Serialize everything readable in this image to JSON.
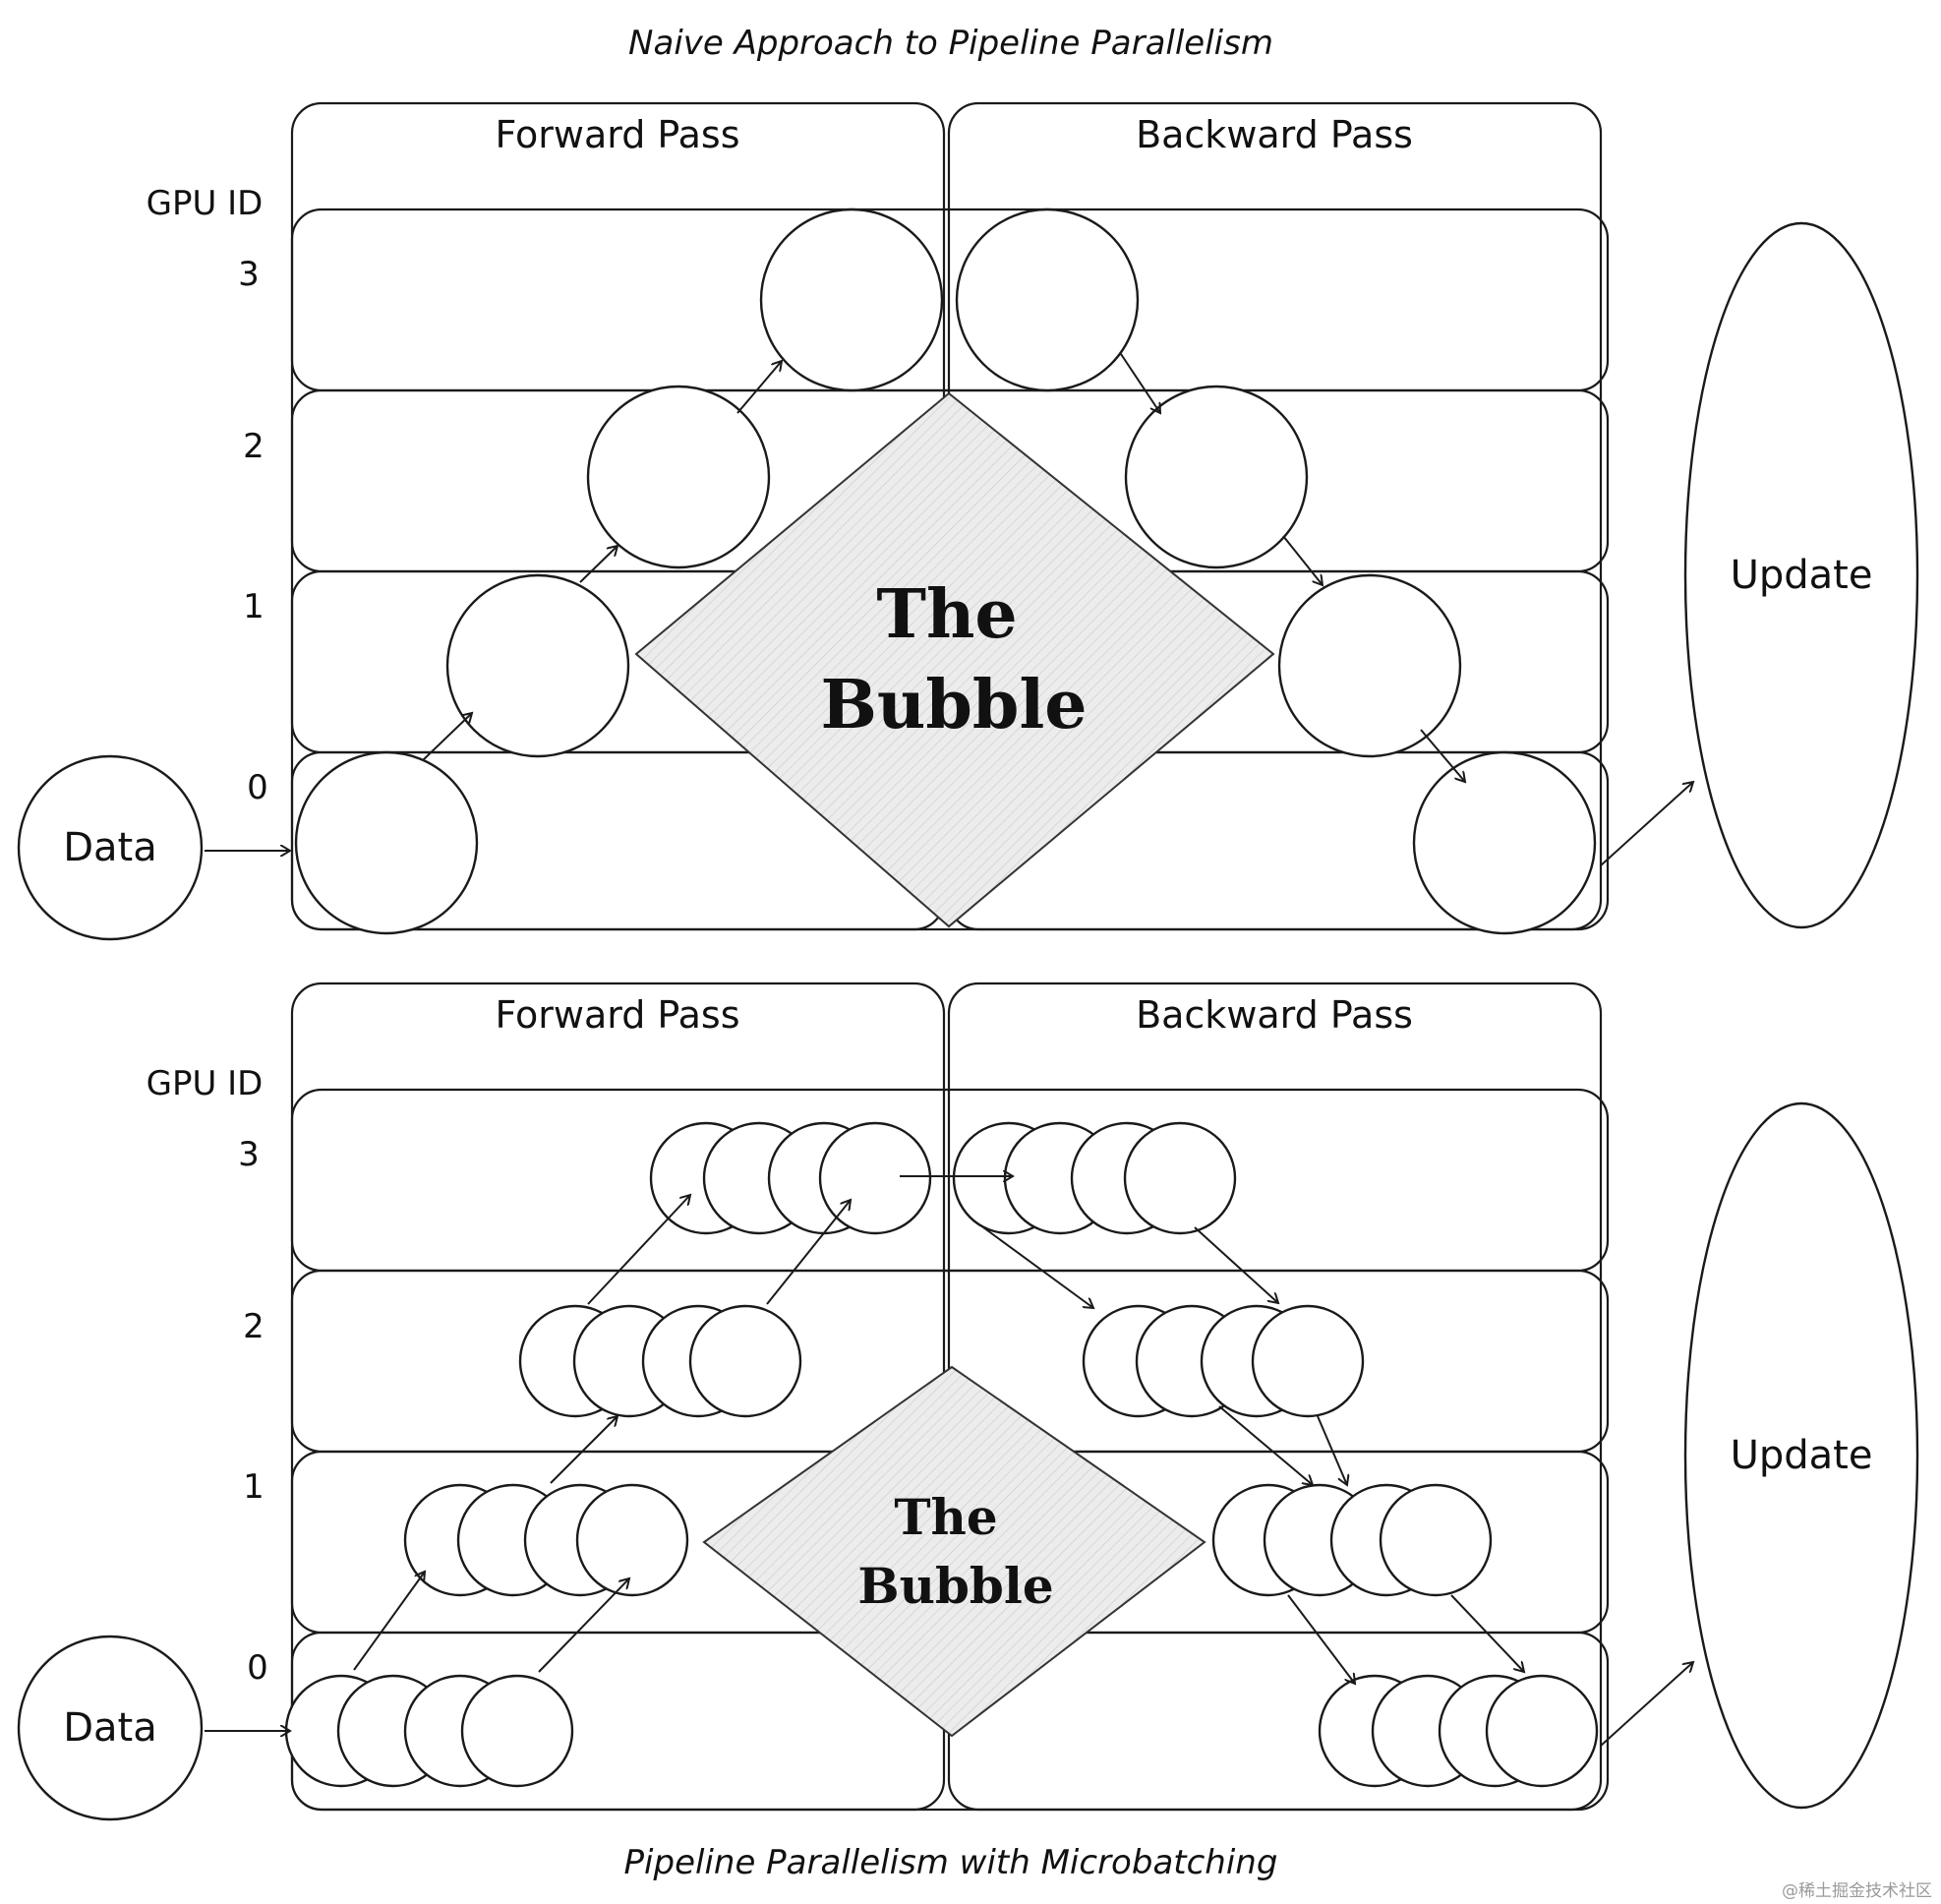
{
  "diagrams": [
    {
      "id": "naive",
      "title": "Naive Approach to Pipeline Parallelism",
      "forward_label": "Forward Pass",
      "backward_label": "Backward Pass",
      "gpu_axis_label": "GPU ID",
      "gpu_ids": [
        "3",
        "2",
        "1",
        "0"
      ],
      "input_label": "Data",
      "update_label": "Update",
      "bubble_line1": "The",
      "bubble_line2": "Bubble",
      "microbatches": 1
    },
    {
      "id": "microbatch",
      "title": "Pipeline Parallelism with Microbatching",
      "forward_label": "Forward Pass",
      "backward_label": "Backward Pass",
      "gpu_axis_label": "GPU ID",
      "gpu_ids": [
        "3",
        "2",
        "1",
        "0"
      ],
      "input_label": "Data",
      "update_label": "Update",
      "bubble_line1": "The",
      "bubble_line2": "Bubble",
      "microbatches": 4
    }
  ],
  "watermark": "@稀土掘金技术社区",
  "colors": {
    "stroke": "#1a1a1a",
    "bubble_fill": "#e6e6e6",
    "background": "#ffffff"
  }
}
